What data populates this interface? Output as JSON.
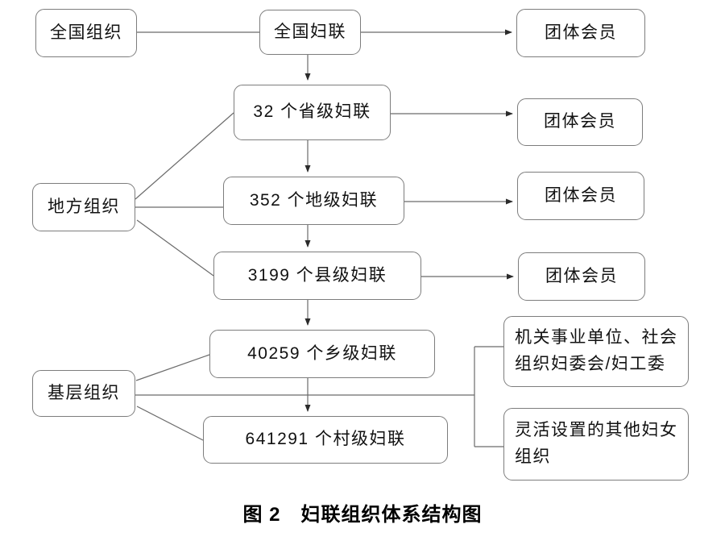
{
  "diagram": {
    "caption": "图 2　妇联组织体系结构图",
    "title": "妇联组织体系结构图",
    "colors": {
      "background": "#ffffff",
      "box_border": "#7d7d7d",
      "connector": "#6b6b6b",
      "arrowhead": "#2b2b2b",
      "text": "#111111"
    },
    "nodes": {
      "national_label": {
        "label": "全国组织"
      },
      "national_federation": {
        "label": "全国妇联"
      },
      "group_member_1": {
        "label": "团体会员"
      },
      "provincial": {
        "label": "32 个省级妇联"
      },
      "group_member_2": {
        "label": "团体会员"
      },
      "local_label": {
        "label": "地方组织"
      },
      "prefecture": {
        "label": "352 个地级妇联"
      },
      "group_member_3": {
        "label": "团体会员"
      },
      "county": {
        "label": "3199 个县级妇联"
      },
      "group_member_4": {
        "label": "团体会员"
      },
      "grassroots_label": {
        "label": "基层组织"
      },
      "township": {
        "label": "40259 个乡级妇联"
      },
      "village": {
        "label": "641291 个村级妇联"
      },
      "org_committee": {
        "label": "机关事业单位、社会组织妇委会/妇工委"
      },
      "flexible_org": {
        "label": "灵活设置的其他妇女组织"
      }
    },
    "counts": {
      "provincial": 32,
      "prefecture": 352,
      "county": 3199,
      "township": 40259,
      "village": 641291
    },
    "edges": [
      {
        "from": "national_label",
        "to": "national_federation",
        "arrow": false
      },
      {
        "from": "national_federation",
        "to": "group_member_1",
        "arrow": true
      },
      {
        "from": "national_federation",
        "to": "provincial",
        "arrow": true
      },
      {
        "from": "provincial",
        "to": "group_member_2",
        "arrow": true
      },
      {
        "from": "provincial",
        "to": "prefecture",
        "arrow": true
      },
      {
        "from": "local_label",
        "to": "provincial",
        "arrow": false
      },
      {
        "from": "local_label",
        "to": "prefecture",
        "arrow": false
      },
      {
        "from": "local_label",
        "to": "county",
        "arrow": false
      },
      {
        "from": "prefecture",
        "to": "group_member_3",
        "arrow": true
      },
      {
        "from": "prefecture",
        "to": "county",
        "arrow": true
      },
      {
        "from": "county",
        "to": "group_member_4",
        "arrow": true
      },
      {
        "from": "county",
        "to": "township",
        "arrow": true
      },
      {
        "from": "township",
        "to": "village",
        "arrow": true
      },
      {
        "from": "grassroots_label",
        "to": "township",
        "arrow": false
      },
      {
        "from": "grassroots_label",
        "to": "village",
        "arrow": false
      },
      {
        "from": "grassroots_label",
        "to": "org_committee",
        "arrow": false
      },
      {
        "from": "grassroots_label",
        "to": "flexible_org",
        "arrow": false
      }
    ]
  }
}
